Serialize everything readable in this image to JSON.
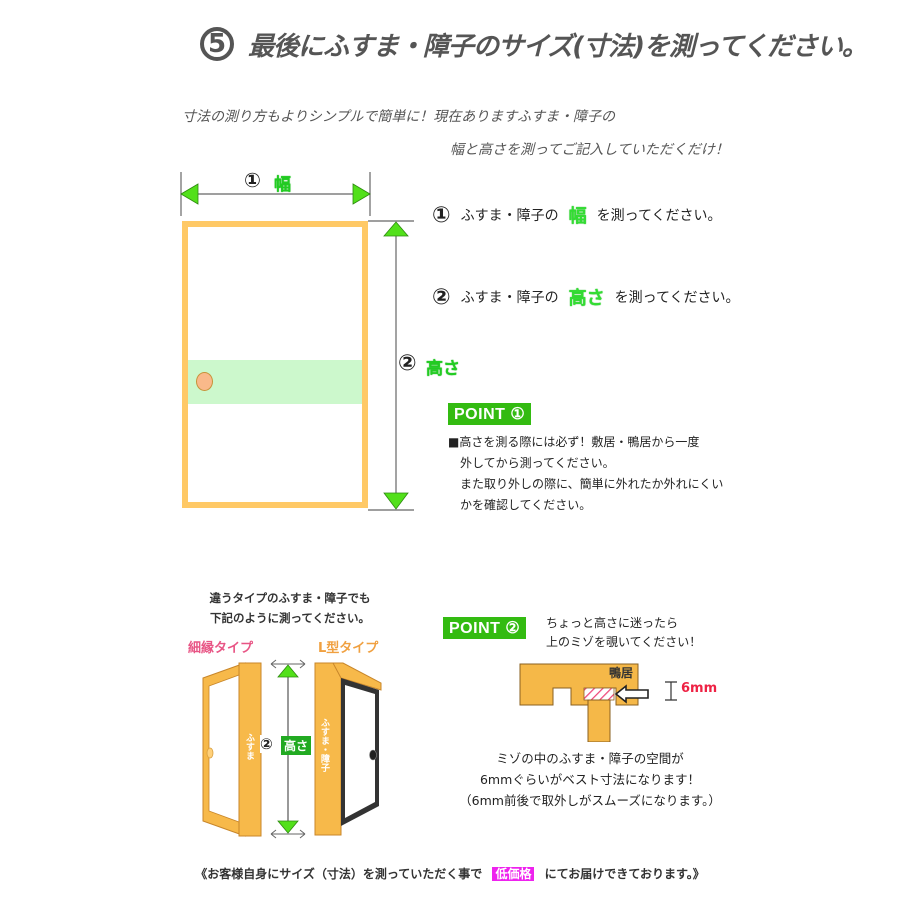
{
  "title": {
    "number": "5",
    "text": "最後にふすま・障子のサイズ(寸法)を測ってください。"
  },
  "intro": {
    "line1": "寸法の測り方もよりシンプルで簡単に！現在ありますふすま・障子の",
    "line2": "幅と高さを測ってご記入していただくだけ！"
  },
  "diagram_main": {
    "width_label_num": "①",
    "width_label": "幅",
    "height_label_num": "②",
    "height_label": "高さ"
  },
  "instructions": [
    {
      "num": "①",
      "prefix": "ふすま・障子の",
      "highlight": "幅",
      "suffix": "を測ってください。"
    },
    {
      "num": "②",
      "prefix": "ふすま・障子の",
      "highlight": "高さ",
      "suffix": "を測ってください。"
    }
  ],
  "point1": {
    "badge": "POINT ①",
    "lines": [
      "■高さを測る際には必ず！敷居・鴨居から一度",
      "外してから測ってください。",
      "また取り外しの際に、簡単に外れたか外れにくい",
      "かを確認してください。"
    ]
  },
  "types": {
    "caption_line1": "違うタイプのふすま・障子でも",
    "caption_line2": "下記のように測ってください。",
    "type_a": "細縁タイプ",
    "type_b": "L型タイプ",
    "door_a_label": "ふすま",
    "door_b_label": "ふすま・障子",
    "height_num": "②",
    "height_label": "高さ"
  },
  "point2": {
    "badge": "POINT ②",
    "line1": "ちょっと高さに迷ったら",
    "line2": "上のミゾを覗いてください！",
    "kamoi_label": "鴨居",
    "gap_label": "6mm",
    "body_line1": "ミゾの中のふすま・障子の空間が",
    "body_line2": "6mmぐらいがベスト寸法になります！",
    "body_line3": "（6mm前後で取外しがスムーズになります。）"
  },
  "footer": {
    "prefix": "《お客様自身にサイズ（寸法）を測っていただく事で",
    "highlight": "低価格",
    "suffix": "にてお届けできております。》"
  },
  "colors": {
    "title_highlight": "#ffff1a",
    "door_frame": "#ffc966",
    "green_band": "#ccf8cc",
    "arrow_green": "#52e01a",
    "point_badge": "#33bb11",
    "gap_red": "#ee2244",
    "footer_highlight": "#ee22ee"
  }
}
